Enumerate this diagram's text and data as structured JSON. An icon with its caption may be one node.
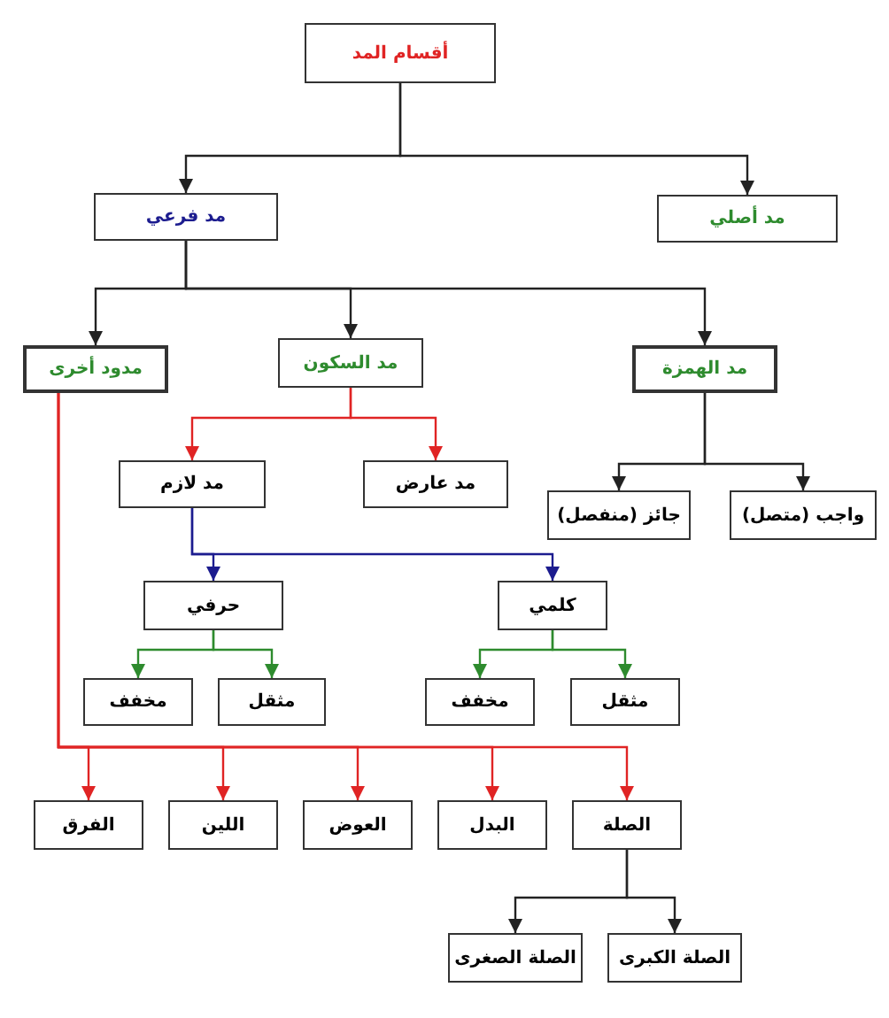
{
  "diagram": {
    "nodes": [
      {
        "text": [
          "أقسام المد"
        ]
      },
      {
        "text": [
          "مد فرعي"
        ]
      },
      {
        "text": [
          "مد أصلي"
        ]
      },
      {
        "text": [
          "مدود أخرى"
        ]
      },
      {
        "text": [
          "مد السكون"
        ]
      },
      {
        "text": [
          "مد الهمزة"
        ]
      },
      {
        "text": [
          "مد لازم"
        ]
      },
      {
        "text": [
          "مد عارض"
        ]
      },
      {
        "text": [
          "جائز (منفصل)"
        ]
      },
      {
        "text": [
          "واجب (متصل)"
        ]
      },
      {
        "text": [
          "حرفي"
        ]
      },
      {
        "text": [
          "كلمي"
        ]
      },
      {
        "text": [
          "مخفف"
        ]
      },
      {
        "text": [
          "مثقل"
        ]
      },
      {
        "text": [
          "مخفف"
        ]
      },
      {
        "text": [
          "مثقل"
        ]
      },
      {
        "text": [
          "الفرق"
        ]
      },
      {
        "text": [
          "اللين"
        ]
      },
      {
        "text": [
          "العوض"
        ]
      },
      {
        "text": [
          "البدل"
        ]
      },
      {
        "text": [
          "الصلة"
        ]
      },
      {
        "text": [
          "الصلة الصغرى"
        ]
      },
      {
        "text": [
          "الصلة الكبرى"
        ]
      }
    ],
    "edges": [
      {
        "from": 0,
        "to": 1,
        "arrow": "to"
      },
      {
        "from": 0,
        "to": 2,
        "arrow": "to"
      },
      {
        "from": 1,
        "to": 3,
        "arrow": "to"
      },
      {
        "from": 1,
        "to": 4,
        "arrow": "to"
      },
      {
        "from": 1,
        "to": 5,
        "arrow": "to"
      },
      {
        "from": 4,
        "to": 6,
        "arrow": "to",
        "color": "#e02424"
      },
      {
        "from": 4,
        "to": 7,
        "arrow": "to",
        "color": "#e02424"
      },
      {
        "from": 5,
        "to": 8,
        "arrow": "to"
      },
      {
        "from": 5,
        "to": 9,
        "arrow": "to"
      },
      {
        "from": 6,
        "to": 10,
        "arrow": "to",
        "color": "#1c1c8f"
      },
      {
        "from": 6,
        "to": 11,
        "arrow": "to",
        "color": "#1c1c8f"
      },
      {
        "from": 10,
        "to": 12,
        "arrow": "to",
        "color": "#2e8b2e"
      },
      {
        "from": 10,
        "to": 13,
        "arrow": "to",
        "color": "#2e8b2e"
      },
      {
        "from": 11,
        "to": 14,
        "arrow": "to",
        "color": "#2e8b2e"
      },
      {
        "from": 11,
        "to": 15,
        "arrow": "to",
        "color": "#2e8b2e"
      },
      {
        "from": 3,
        "to": 16,
        "arrow": "to",
        "color": "#e02424"
      },
      {
        "from": 3,
        "to": 17,
        "arrow": "to",
        "color": "#e02424"
      },
      {
        "from": 3,
        "to": 18,
        "arrow": "to",
        "color": "#e02424"
      },
      {
        "from": 3,
        "to": 19,
        "arrow": "to",
        "color": "#e02424"
      },
      {
        "from": 3,
        "to": 20,
        "arrow": "to",
        "color": "#e02424"
      },
      {
        "from": 20,
        "to": 21,
        "arrow": "to"
      },
      {
        "from": 20,
        "to": 22,
        "arrow": "to"
      }
    ]
  }
}
